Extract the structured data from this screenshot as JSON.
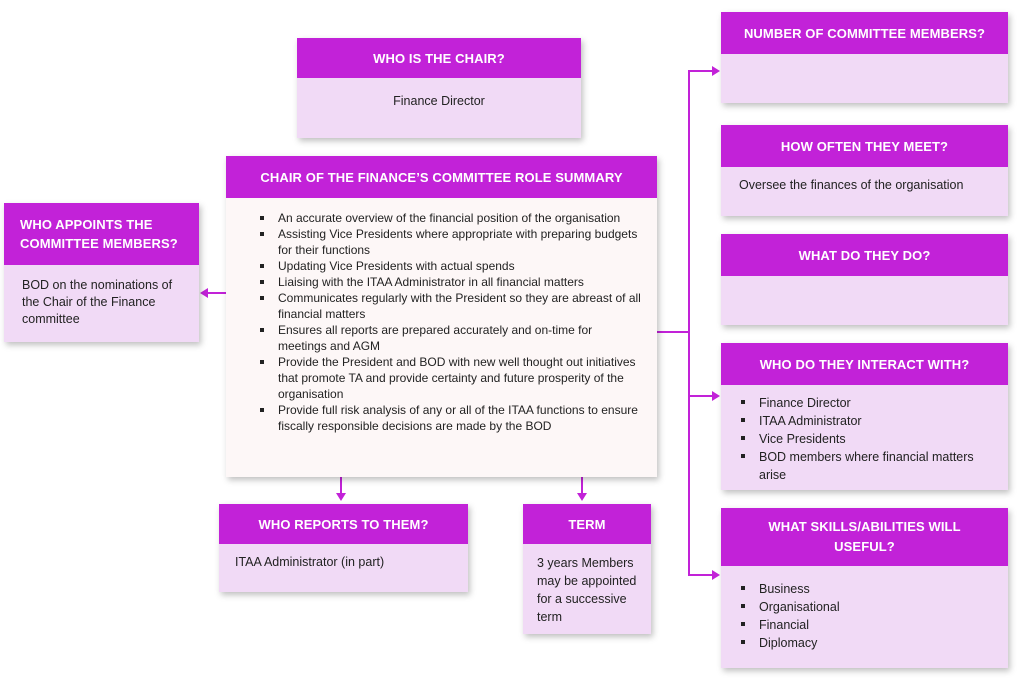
{
  "chair_box": {
    "title": "WHO IS THE CHAIR?",
    "text": "Finance Director"
  },
  "summary_box": {
    "title": "CHAIR OF THE FINANCE’S  COMMITTEE ROLE  SUMMARY",
    "items": [
      "An accurate overview of the financial position of the organisation",
      "Assisting Vice Presidents where appropriate with preparing budgets for their functions",
      "Updating Vice Presidents with actual spends",
      "Liaising with the ITAA Administrator in all financial matters",
      "Communicates regularly with the President so they are abreast of all financial matters",
      "Ensures all reports are prepared accurately and on-time for meetings and AGM",
      "Provide the President and BOD with new well thought out initiatives that promote TA and provide certainty and future prosperity of the organisation",
      "Provide full risk analysis of any or all of the ITAA functions to ensure fiscally responsible decisions are made by the BOD"
    ]
  },
  "appoints_box": {
    "title": "WHO APPOINTS THE COMMITTEE MEMBERS?",
    "text": "BOD on the nominations of the Chair of the Finance committee"
  },
  "reports_box": {
    "title": "WHO REPORTS TO THEM?",
    "text": "ITAA Administrator (in part)"
  },
  "term_box": {
    "title": "TERM",
    "text": "3 years Members may be appointed for a successive term"
  },
  "members_box": {
    "title": "NUMBER OF COMMITTEE MEMBERS?",
    "text": ""
  },
  "meet_box": {
    "title": "HOW OFTEN THEY MEET?",
    "text": "Oversee the finances of the organisation"
  },
  "do_box": {
    "title": "WHAT DO THEY DO?",
    "text": ""
  },
  "interact_box": {
    "title": "WHO DO THEY INTERACT WITH?",
    "items": [
      "Finance Director",
      "ITAA Administrator",
      "Vice Presidents",
      "BOD members where financial matters arise"
    ]
  },
  "skills_box": {
    "title": "WHAT SKILLS/ABILITIES WILL USEFUL?",
    "items": [
      "Business",
      "Organisational",
      "Financial",
      "Diplomacy"
    ]
  }
}
